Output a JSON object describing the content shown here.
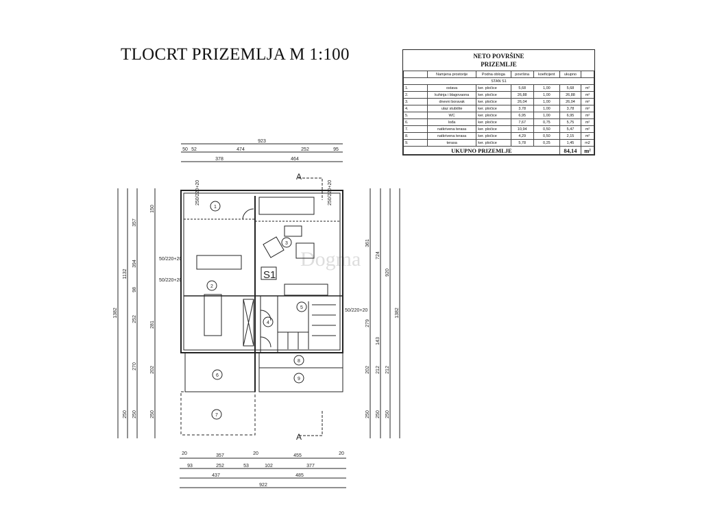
{
  "title": "TLOCRT PRIZEMLJA M 1:100",
  "table": {
    "title1": "NETO POVRŠINE",
    "title2": "PRIZEMLJE",
    "headers": [
      "",
      "Namjena prostorije",
      "Podna obloga",
      "površina",
      "koeficijent",
      "ukupno",
      ""
    ],
    "section": "STAN S1",
    "rows": [
      [
        "1.",
        "ostava",
        "ker. pločice",
        "5,68",
        "1,00",
        "5,68",
        "m²"
      ],
      [
        "2.",
        "kuhinja i blagovaona",
        "ker. pločice",
        "26,88",
        "1,00",
        "26,88",
        "m²"
      ],
      [
        "3.",
        "dnevni boravak",
        "ker. pločice",
        "26,04",
        "1,00",
        "26,04",
        "m²"
      ],
      [
        "4.",
        "ulaz stubište",
        "ker. pločice",
        "3,78",
        "1,00",
        "3,78",
        "m²"
      ],
      [
        "5.",
        "WC",
        "ker. pločice",
        "6,95",
        "1,00",
        "6,95",
        "m²"
      ],
      [
        "6.",
        "lođa",
        "ker. pločice",
        "7,67",
        "0,75",
        "5,75",
        "m²"
      ],
      [
        "7.",
        "natkrivena terasa",
        "ker. pločice",
        "10,94",
        "0,50",
        "5,47",
        "m²"
      ],
      [
        "8.",
        "natkrivena terasa",
        "ker. pločice",
        "4,29",
        "0,50",
        "2,15",
        "m²"
      ],
      [
        "9.",
        "terasa",
        "ker. pločice",
        "5,78",
        "0,25",
        "1,45",
        "m2"
      ]
    ],
    "total_label": "UKUPNO PRIZEMLJE",
    "total_value": "84,14",
    "total_unit": "m²"
  },
  "plan": {
    "unit_label": "S1",
    "section_marker": "A",
    "watermark": "Dogma",
    "room_numbers": [
      "1",
      "2",
      "3",
      "4",
      "5",
      "6",
      "7",
      "8",
      "9"
    ],
    "dims_top": [
      "923",
      "50",
      "52",
      "474",
      "252",
      "95",
      "378",
      "464"
    ],
    "dims_bottom": [
      "20",
      "357",
      "20",
      "455",
      "20",
      "93",
      "252",
      "53",
      "102",
      "377",
      "437",
      "485",
      "922"
    ],
    "dims_left": [
      "1382",
      "1132",
      "250",
      "357",
      "394",
      "98",
      "252",
      "270",
      "250",
      "150",
      "281",
      "202",
      "250"
    ],
    "dims_right": [
      "361",
      "724",
      "920",
      "1382",
      "279",
      "143",
      "202",
      "212",
      "212",
      "250",
      "250",
      "250"
    ],
    "openings": [
      "50/220+20",
      "50/220+20",
      "250/220+20",
      "50/220+20",
      "250/220+20"
    ]
  }
}
